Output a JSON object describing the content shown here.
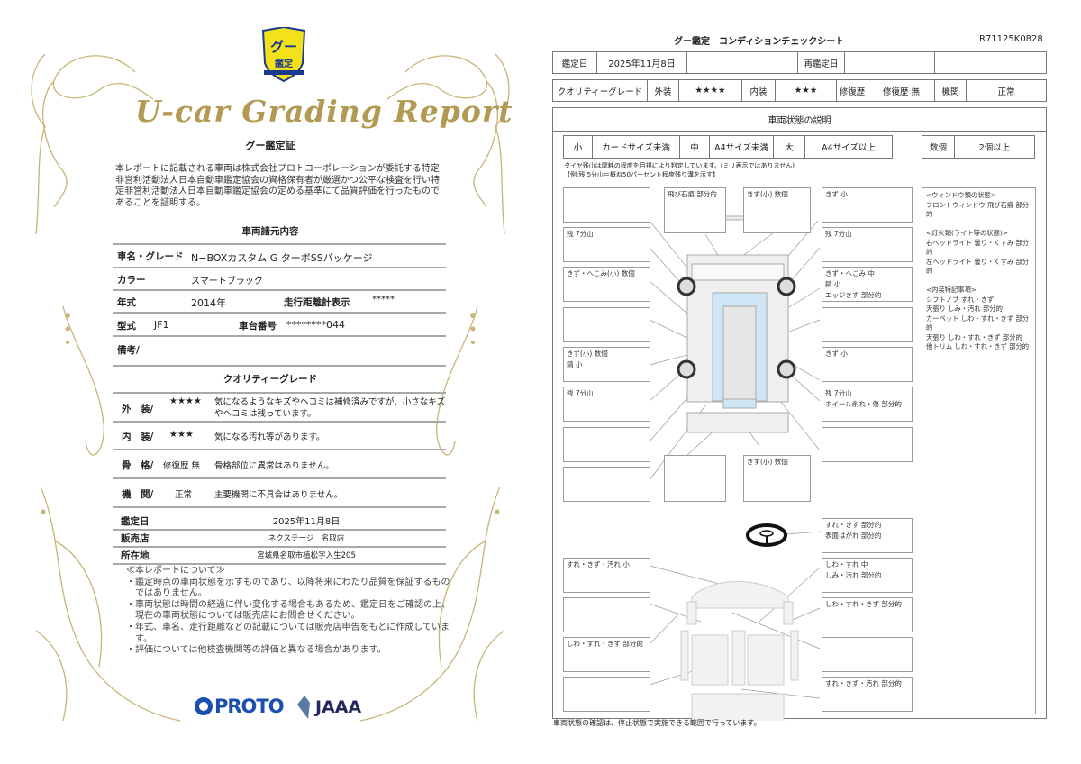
{
  "left": {
    "logo_text": "グー鑑定",
    "script_title": "U-car Grading Report",
    "cert_title": "グー鑑定証",
    "cert_text": "本レポートに記載される車両は株式会社プロトコーポレーションが委託する特定非営利活動法人日本自動車鑑定協会の資格保有者が厳選かつ公平な検査を行い特定非営利活動法人日本自動車鑑定協会の定める基準にて品質評価を行ったものであることを証明する。",
    "spec_title": "車両諸元内容",
    "spec": {
      "name_label": "車名・グレード",
      "name": "N−BOXカスタム G ターボSSパッケージ",
      "color_label": "カラー",
      "color": "スマートブラック",
      "year_label": "年式",
      "year": "2014年",
      "odo_label": "走行距離計表示",
      "odo": "*****",
      "model_label": "型式",
      "model": "JF1",
      "chassis_label": "車台番号",
      "chassis": "********044",
      "remarks_label": "備考/"
    },
    "grade_title": "クオリティーグレード",
    "grades": [
      {
        "label": "外　装/",
        "value": "★★★★",
        "desc": "気になるようなキズやヘコミは補修済みですが、小さなキズやヘコミは残っています。"
      },
      {
        "label": "内　装/",
        "value": "★★★",
        "desc": "気になる汚れ等があります。"
      },
      {
        "label": "骨　格/",
        "value": "修復歴 無",
        "desc": "骨格部位に異常はありません。"
      },
      {
        "label": "機　関/",
        "value": "正常",
        "desc": "主要機関に不具合はありません。"
      }
    ],
    "info": {
      "date_label": "鑑定日",
      "date": "2025年11月8日",
      "shop_label": "販売店",
      "shop": "ネクステージ　名取店",
      "addr_label": "所在地",
      "addr": "宮城県名取市植松字入生205"
    },
    "about_title": "≪本レポートについて≫",
    "about": [
      "・鑑定時点の車両状態を示すものであり、以降将来にわたり品質を保証するものではありません。",
      "・車両状態は時間の経過に伴い変化する場合もあるため、鑑定日をご確認の上、現在の車両状態については販売店にお問合せください。",
      "・年式、車名、走行距離などの記載については販売店申告をもとに作成しています。",
      "・評価については他検査機関等の評価と異なる場合があります。"
    ],
    "logos": {
      "proto": "PROTO",
      "jaaa": "JAAA"
    },
    "colors": {
      "gold": "#b29a52",
      "proto_blue": "#1a4fb0",
      "jaaa_navy": "#27275f",
      "badge_yellow": "#f3e21a"
    }
  },
  "right": {
    "title": "グー鑑定　コンディションチェックシート",
    "report_id": "R71125K0828",
    "row1": {
      "date_label": "鑑定日",
      "date": "2025年11月8日",
      "redate_label": "再鑑定日"
    },
    "row2": {
      "grade_label": "クオリティーグレード",
      "ext_label": "外装",
      "ext": "★★★★",
      "int_label": "内装",
      "int": "★★★",
      "repair_label": "修復歴",
      "repair": "修復歴 無",
      "engine_label": "機関",
      "engine": "正常"
    },
    "section_title": "車両状態の説明",
    "legend": [
      "小",
      "カードサイズ未満",
      "中",
      "A4サイズ未満",
      "大",
      "A4サイズ以上"
    ],
    "legend2": [
      "数個",
      "2個以上"
    ],
    "tire_note1": "タイヤ残山は摩耗の程度を目視により判定しています。(ミリ表示ではありません)",
    "tire_note2": "【例:残 5分山＝概ね50パーセント程度残り溝を示す】",
    "exterior": {
      "left": [
        "",
        "残 7分山",
        "きず・へこみ(小) 数個",
        "",
        "きず(小) 数個\n錆 小",
        "残 7分山",
        "",
        ""
      ],
      "top": [
        "飛び石痕 部分的",
        "きず(小) 数個"
      ],
      "bottom": [
        "",
        "きず(小) 数個"
      ],
      "right": [
        "きず 小",
        "残 7分山",
        "きず・へこみ 中\n錆 小\nエッジきず 部分的",
        "",
        "きず 小",
        "残 7分山\nホイール削れ・傷 部分的",
        ""
      ]
    },
    "side_notes": "<ウィンドウ類の状態>\nフロントウィンドウ 飛び石痕 部分的\n\n<灯火類(ライト等の状態)>\n右ヘッドライト 曇り・くすみ 部分的\n左ヘッドライト 曇り・くすみ 部分的\n\n<内装特記事項>\nシフトノブ すれ・きず\n天張り しみ・汚れ 部分的\nカーペット しわ・すれ・きず 部分的\n天張り しわ・すれ・きず 部分的\n他トリム しわ・すれ・きず 部分的",
    "interior": {
      "left": [
        "すれ・きず・汚れ 小",
        "",
        "しわ・すれ・きず 部分的",
        ""
      ],
      "right": [
        "すれ・きず 部分的\n表面はがれ 部分的",
        "しわ・すれ 中\nしみ・汚れ 部分的",
        "しわ・すれ・きず 部分的",
        "",
        "すれ・きず・汚れ 部分的"
      ]
    },
    "footer": "車両状態の確認は、停止状態で実施できる範囲で行っています。"
  }
}
